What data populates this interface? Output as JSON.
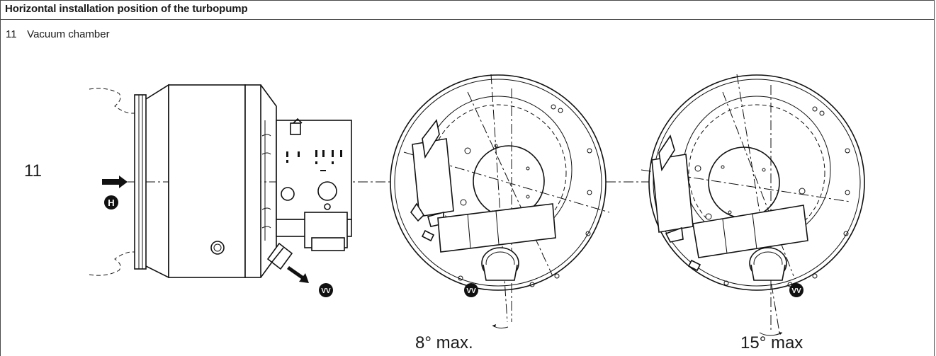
{
  "figure": {
    "title": "Horizontal installation position of the turbopump",
    "legend": [
      {
        "number": "11",
        "text": "Vacuum chamber"
      }
    ],
    "callout_number": "11",
    "markers": {
      "high_vacuum": "H",
      "fore_vacuum": "VV"
    },
    "angles": {
      "view_center": "8° max.",
      "view_right": "15° max"
    }
  }
}
